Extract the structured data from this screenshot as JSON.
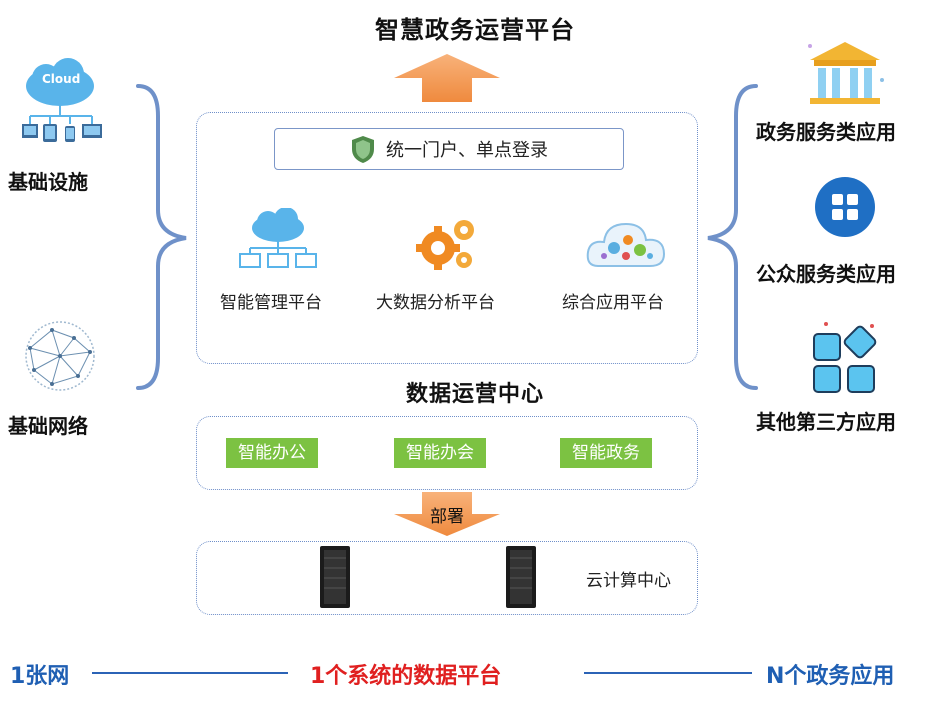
{
  "title": "智慧政务运营平台",
  "left": {
    "infrastructure": "基础设施",
    "cloud_text": "Cloud",
    "network": "基础网络"
  },
  "right": {
    "gov_services": "政务服务类应用",
    "public_services": "公众服务类应用",
    "third_party": "其他第三方应用"
  },
  "portal": "统一门户、单点登录",
  "platforms": [
    "智能管理平台",
    "大数据分析平台",
    "综合应用平台"
  ],
  "center_title": "数据运营中心",
  "data_modules": [
    "智能办公",
    "智能办会",
    "智能政务"
  ],
  "deploy": "部署",
  "cloud_center": "云计算中心",
  "bottom": {
    "left": "1张网",
    "center": "1个系统的数据平台",
    "right": "N个政务应用"
  },
  "colors": {
    "bracket": "#6f91c9",
    "arrow": "#f39a55",
    "green": "#7cc242",
    "blue": "#1f5fb3",
    "red": "#e02020"
  }
}
